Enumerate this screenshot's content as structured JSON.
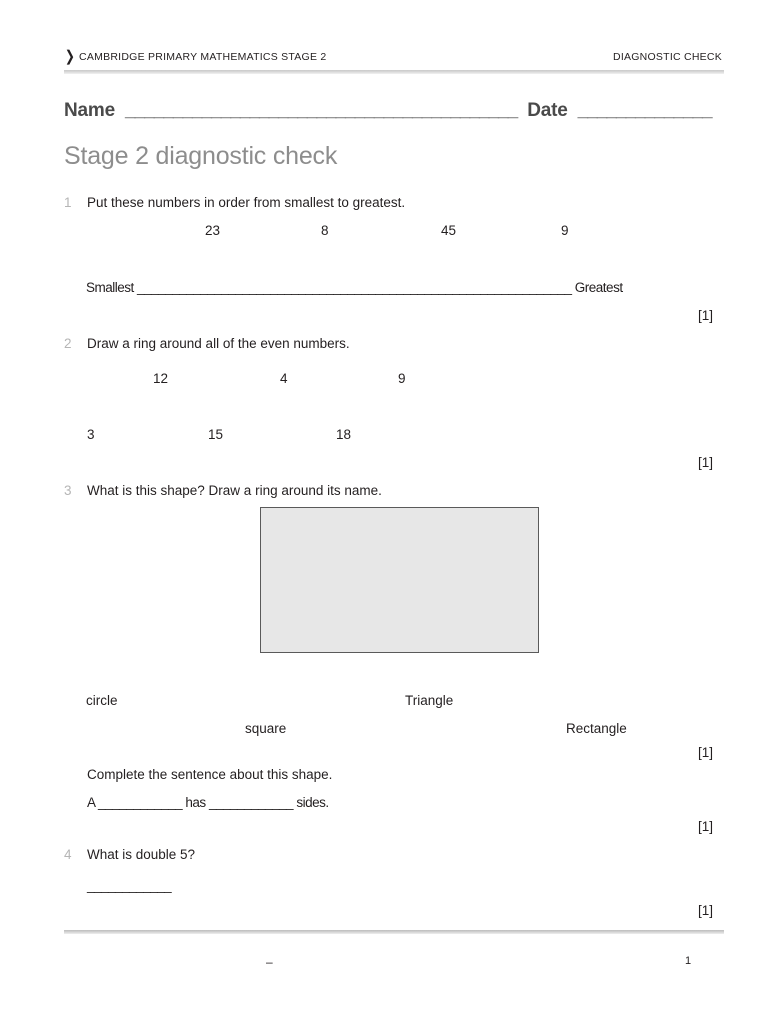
{
  "header": {
    "chevron_icon": "❯",
    "left_title": "CAMBRIDGE PRIMARY MATHEMATICS STAGE 2",
    "right_title": "DIAGNOSTIC CHECK"
  },
  "name_date": {
    "name_label": "Name",
    "name_rule": "_________________________________________",
    "date_label": "Date",
    "date_rule": "______________"
  },
  "doc_title": "Stage 2 diagnostic check",
  "questions": [
    {
      "number": "1",
      "text": "Put these numbers in order from smallest to greatest.",
      "numbers": [
        "23",
        "8",
        "45",
        "9"
      ],
      "smallest_label": "Smallest",
      "answer_rule": "______________________________________________________________",
      "greatest_label": "Greatest",
      "mark": "[1]"
    },
    {
      "number": "2",
      "text": "Draw a ring around all of the even numbers.",
      "numbers_row1": [
        "12",
        "4",
        "9"
      ],
      "numbers_row2": [
        "3",
        "15",
        "18"
      ],
      "mark": "[1]"
    },
    {
      "number": "3",
      "text": "What is this shape? Draw a ring around its name.",
      "shape_name": "rectangle-shape",
      "options": [
        "circle",
        "Triangle",
        "square",
        "Rectangle"
      ],
      "mark": "[1]",
      "sentence_prompt": "Complete the sentence about this shape.",
      "sentence_start": "A",
      "sentence_blank1": "____________",
      "sentence_middle": "has",
      "sentence_blank2": "____________",
      "sentence_end": "sides.",
      "sentence_mark": "[1]"
    },
    {
      "number": "4",
      "text": "What is double 5?",
      "answer_rule": "____________",
      "mark": "[1]"
    }
  ],
  "footer": {
    "dash": "–",
    "page_number": "1"
  },
  "colors": {
    "question_number": "#b5b5b5",
    "title": "#8d8d8d",
    "body_text": "#231f20",
    "shape_fill": "#e7e7e7",
    "shape_border": "#5a5a5a"
  }
}
